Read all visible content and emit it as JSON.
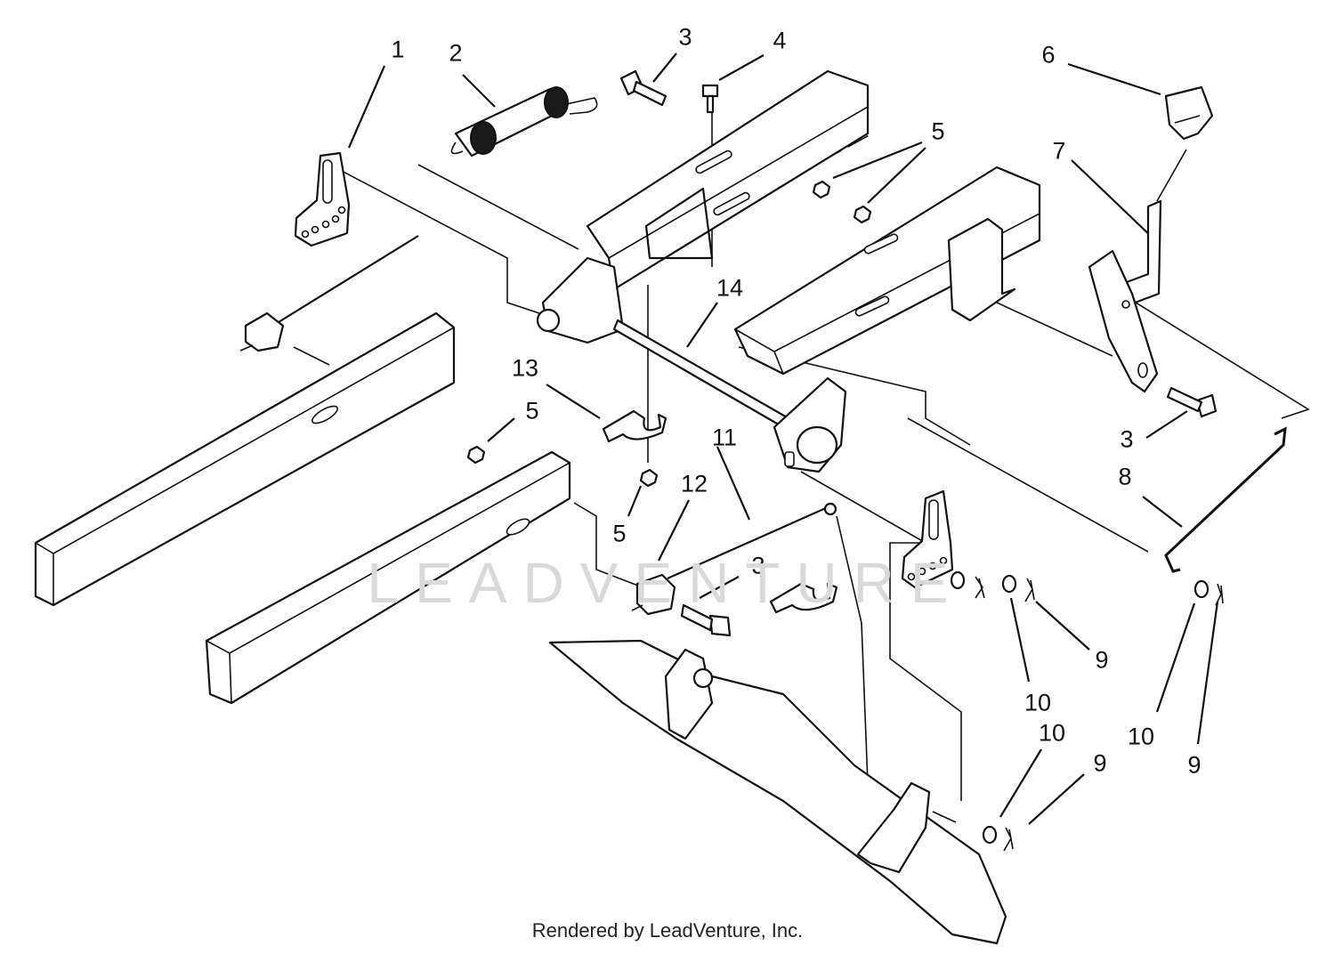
{
  "diagram": {
    "callouts": [
      {
        "id": "c1",
        "label": "1"
      },
      {
        "id": "c2",
        "label": "2"
      },
      {
        "id": "c3a",
        "label": "3"
      },
      {
        "id": "c4",
        "label": "4"
      },
      {
        "id": "c6",
        "label": "6"
      },
      {
        "id": "c5a",
        "label": "5"
      },
      {
        "id": "c7",
        "label": "7"
      },
      {
        "id": "c14",
        "label": "14"
      },
      {
        "id": "c13",
        "label": "13"
      },
      {
        "id": "c5b",
        "label": "5"
      },
      {
        "id": "c11",
        "label": "11"
      },
      {
        "id": "c12",
        "label": "12"
      },
      {
        "id": "c5c",
        "label": "5"
      },
      {
        "id": "c3b",
        "label": "3"
      },
      {
        "id": "c3c",
        "label": "3"
      },
      {
        "id": "c8",
        "label": "8"
      },
      {
        "id": "c9a",
        "label": "9"
      },
      {
        "id": "c10a",
        "label": "10"
      },
      {
        "id": "c10b",
        "label": "10"
      },
      {
        "id": "c9b",
        "label": "9"
      },
      {
        "id": "c10c",
        "label": "10"
      },
      {
        "id": "c9c",
        "label": "9"
      }
    ],
    "watermark_text": "LEADVENTURE",
    "footer_text": "Rendered by LeadVenture, Inc."
  }
}
